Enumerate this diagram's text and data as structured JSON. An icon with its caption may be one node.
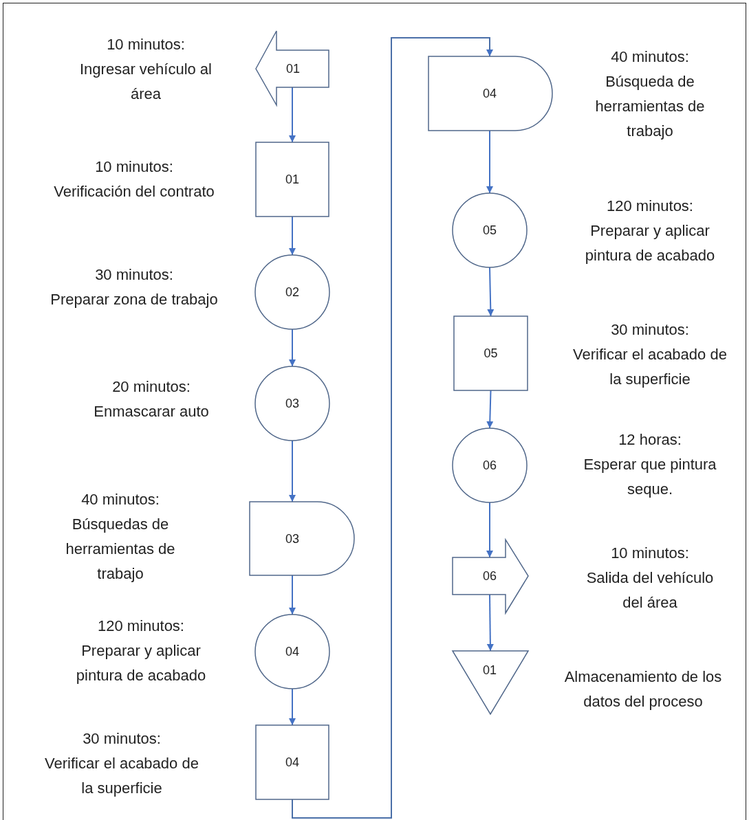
{
  "diagram": {
    "nodes": [
      {
        "text": [
          "01"
        ],
        "beside": [
          "10 minutos:",
          "Ingresar vehículo al área"
        ]
      },
      {
        "text": [
          "01"
        ],
        "beside": [
          "10 minutos:",
          "Verificación del contrato"
        ]
      },
      {
        "text": [
          "02"
        ],
        "beside": [
          "30 minutos:",
          "Preparar zona de trabajo"
        ]
      },
      {
        "text": [
          "03"
        ],
        "beside": [
          "20 minutos:",
          "Enmascarar auto"
        ]
      },
      {
        "text": [
          "03"
        ],
        "beside": [
          "40 minutos:",
          "Búsquedas de herramientas de trabajo"
        ]
      },
      {
        "text": [
          "04"
        ],
        "beside": [
          "120 minutos:",
          "Preparar y aplicar pintura de acabado"
        ]
      },
      {
        "text": [
          "04"
        ],
        "beside": [
          "30 minutos:",
          "Verificar el acabado de la superficie"
        ]
      },
      {
        "text": [
          "04"
        ],
        "beside": [
          "40 minutos:",
          "Búsqueda de herramientas de trabajo"
        ]
      },
      {
        "text": [
          "05"
        ],
        "beside": [
          "120 minutos:",
          "Preparar y aplicar pintura de acabado"
        ]
      },
      {
        "text": [
          "05"
        ],
        "beside": [
          "30 minutos:",
          "Verificar el acabado de la superficie"
        ]
      },
      {
        "text": [
          "06"
        ],
        "beside": [
          "12 horas:",
          "Esperar que pintura seque."
        ]
      },
      {
        "text": [
          "06"
        ],
        "beside": [
          "10 minutos:",
          "Salida del vehículo del área"
        ]
      },
      {
        "text": [
          "01"
        ],
        "beside": [
          "Almacenamiento de los datos del proceso"
        ]
      }
    ],
    "edges": [
      {
        "from": 0,
        "to": 1,
        "arrow": "to"
      },
      {
        "from": 1,
        "to": 2,
        "arrow": "to"
      },
      {
        "from": 2,
        "to": 3,
        "arrow": "to"
      },
      {
        "from": 3,
        "to": 4,
        "arrow": "to"
      },
      {
        "from": 4,
        "to": 5,
        "arrow": "to"
      },
      {
        "from": 5,
        "to": 6,
        "arrow": "to"
      },
      {
        "from": 6,
        "to": 7,
        "arrow": "to"
      },
      {
        "from": 7,
        "to": 8,
        "arrow": "to"
      },
      {
        "from": 8,
        "to": 9,
        "arrow": "to"
      },
      {
        "from": 9,
        "to": 10,
        "arrow": "to"
      },
      {
        "from": 10,
        "to": 11,
        "arrow": "to"
      },
      {
        "from": 11,
        "to": 12,
        "arrow": "to"
      }
    ]
  }
}
